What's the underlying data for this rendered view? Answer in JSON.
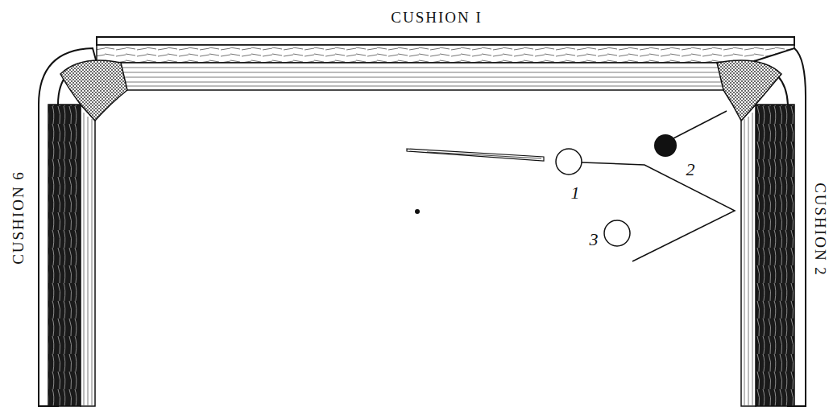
{
  "diagram": {
    "labels": [
      "CUSHION I",
      "CUSHION 6",
      "CUSHION 2",
      "1",
      "2",
      "3"
    ]
  }
}
